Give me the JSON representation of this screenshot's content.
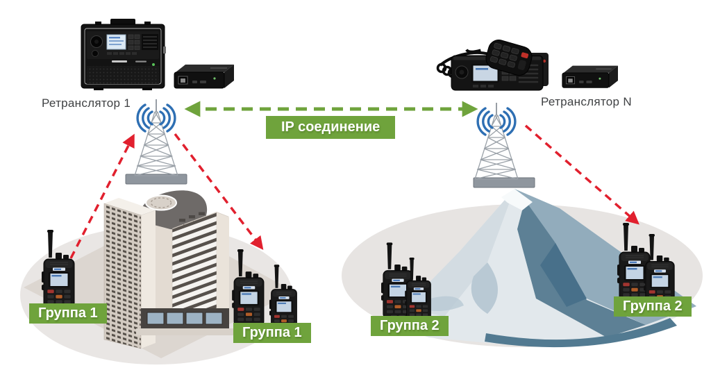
{
  "labels": {
    "repeater_1": "Ретранслятор 1",
    "repeater_n": "Ретранслятор N",
    "ip_connection": "IP соединение",
    "group_1": "Группа 1",
    "group_2": "Группа 2"
  },
  "colors": {
    "accent_green": "#6fa33c",
    "arrow_red": "#e1202e",
    "wifi_blue": "#2e6fb3",
    "tower_gray": "#9aa1a8",
    "ground_gray": "#e9e6e4",
    "text_dark": "#3f4143"
  },
  "icons": {
    "left_repeater_device": "base-station-radio",
    "right_repeater_device": "mobile-radio-with-handset-mic",
    "gateway_device": "ip-gateway-box",
    "antenna": "lattice-radio-tower",
    "signal": "wifi-signal-icon",
    "site_left": "office-building",
    "site_right": "mountain",
    "subscriber_device": "handheld-radio"
  }
}
